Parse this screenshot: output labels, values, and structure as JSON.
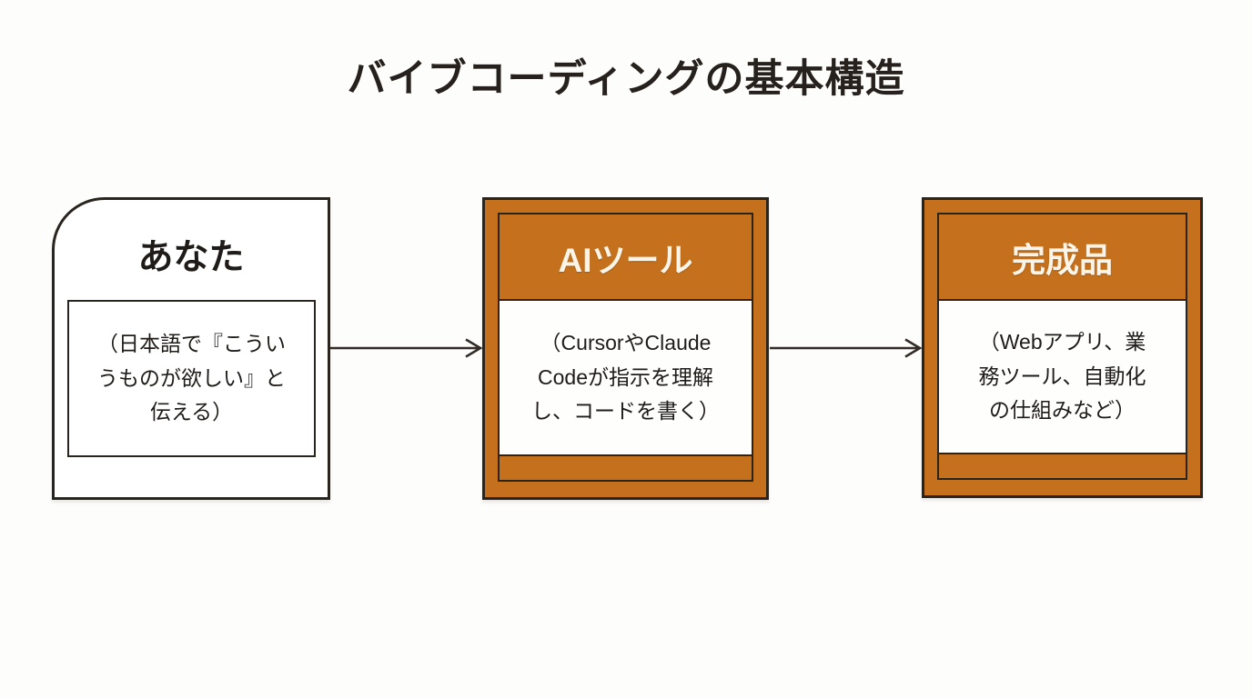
{
  "title": "バイブコーディングの基本構造",
  "colors": {
    "accent_orange": "#C4701C",
    "border_dark": "#2A241F",
    "header_text": "#FBF5E9",
    "body_text": "#1F1B18",
    "background": "#FDFDFC"
  },
  "nodes": [
    {
      "id": "you",
      "label": "あなた",
      "description": "（日本語で『こうい\nうものが欲しい』と\n伝える）",
      "style": "plain-rounded-top-left"
    },
    {
      "id": "ai-tool",
      "label": "AIツール",
      "description": "（CursorやClaude\nCodeが指示を理解\nし、コードを書く）",
      "style": "orange-frame"
    },
    {
      "id": "finished-product",
      "label": "完成品",
      "description": "（Webアプリ、業\n務ツール、自動化\nの仕組みなど）",
      "style": "orange-frame"
    }
  ],
  "arrows": [
    {
      "from": "あなた",
      "to": "AIツール",
      "direction": "right"
    },
    {
      "from": "AIツール",
      "to": "完成品",
      "direction": "right"
    }
  ]
}
